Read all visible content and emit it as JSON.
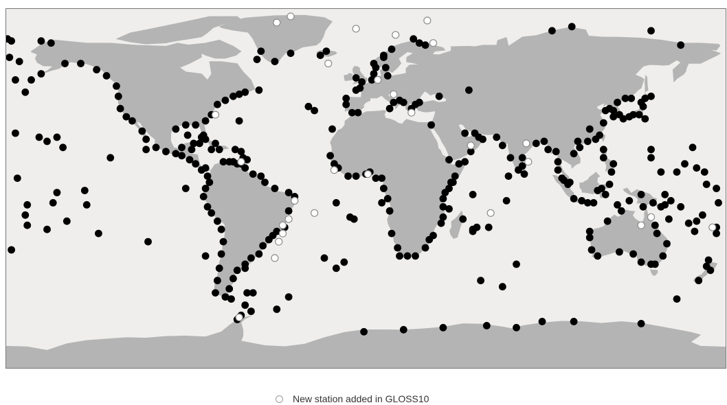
{
  "legend": {
    "new_station_label": "New station added in GLOSS10"
  },
  "colors": {
    "ocean": "#efeeec",
    "land": "#b4b4b4",
    "border": "#777777",
    "station_fill": "#000000",
    "new_station_fill": "#ffffff",
    "new_station_stroke": "#8c8c8c"
  },
  "stations": {
    "existing": [
      [
        -179,
        63
      ],
      [
        -174,
        61
      ],
      [
        -176,
        52
      ],
      [
        -168,
        52
      ],
      [
        -163,
        55
      ],
      [
        -158,
        70
      ],
      [
        -151,
        60
      ],
      [
        -143,
        60
      ],
      [
        -135,
        57
      ],
      [
        -130,
        54
      ],
      [
        -125,
        49
      ],
      [
        -124,
        44
      ],
      [
        -123,
        38
      ],
      [
        -120,
        34
      ],
      [
        -117,
        32
      ],
      [
        -112,
        27
      ],
      [
        -110,
        23
      ],
      [
        -105,
        19
      ],
      [
        -100,
        17
      ],
      [
        -95,
        16
      ],
      [
        -92,
        15
      ],
      [
        -88,
        13
      ],
      [
        -85,
        11
      ],
      [
        -82,
        8
      ],
      [
        -80,
        9
      ],
      [
        -79,
        5
      ],
      [
        -78,
        2
      ],
      [
        -80,
        -1
      ],
      [
        -81,
        -5
      ],
      [
        -79,
        -10
      ],
      [
        -77,
        -13
      ],
      [
        -74,
        -17
      ],
      [
        -72,
        -21
      ],
      [
        -71,
        -27
      ],
      [
        -72,
        -33
      ],
      [
        -73,
        -40
      ],
      [
        -74,
        -46
      ],
      [
        -75,
        -52
      ],
      [
        -70,
        -54
      ],
      [
        -67,
        -55
      ],
      [
        -68,
        -50
      ],
      [
        -66,
        -45
      ],
      [
        -64,
        -41
      ],
      [
        -60,
        -38
      ],
      [
        -57,
        -35
      ],
      [
        -53,
        -33
      ],
      [
        -51,
        -29
      ],
      [
        -48,
        -26
      ],
      [
        -46,
        -24
      ],
      [
        -44,
        -22
      ],
      [
        -40,
        -20
      ],
      [
        -38,
        -12
      ],
      [
        -35,
        -5
      ],
      [
        -38,
        -3
      ],
      [
        -45,
        -1
      ],
      [
        -50,
        2
      ],
      [
        -52,
        5
      ],
      [
        -56,
        6
      ],
      [
        -60,
        9
      ],
      [
        -62,
        11
      ],
      [
        -64,
        11
      ],
      [
        -66,
        12
      ],
      [
        -68,
        12
      ],
      [
        -71,
        12
      ],
      [
        -73,
        18
      ],
      [
        -75,
        21
      ],
      [
        -77,
        18
      ],
      [
        -80,
        23
      ],
      [
        -82,
        24
      ],
      [
        -83,
        21
      ],
      [
        -86,
        21
      ],
      [
        -87,
        18
      ],
      [
        -89,
        25
      ],
      [
        -92,
        19
      ],
      [
        -95,
        28
      ],
      [
        -90,
        30
      ],
      [
        -85,
        30
      ],
      [
        -81,
        25
      ],
      [
        -80,
        32
      ],
      [
        -77,
        35
      ],
      [
        -74,
        40
      ],
      [
        -70,
        42
      ],
      [
        -66,
        44
      ],
      [
        -63,
        45
      ],
      [
        -60,
        46
      ],
      [
        -53,
        47
      ],
      [
        -63,
        32
      ],
      [
        -65,
        18
      ],
      [
        -62,
        17
      ],
      [
        -61,
        14
      ],
      [
        -59,
        13
      ],
      [
        -54,
        62
      ],
      [
        -52,
        66
      ],
      [
        -45,
        61
      ],
      [
        -37,
        65
      ],
      [
        -22,
        64
      ],
      [
        -19,
        66
      ],
      [
        -25,
        37
      ],
      [
        -28,
        39
      ],
      [
        -16,
        28
      ],
      [
        -17,
        15
      ],
      [
        -15,
        11
      ],
      [
        -13,
        9
      ],
      [
        -8,
        5
      ],
      [
        -4,
        5
      ],
      [
        1,
        6
      ],
      [
        3,
        7
      ],
      [
        6,
        4
      ],
      [
        9,
        4
      ],
      [
        10,
        -1
      ],
      [
        9,
        -8
      ],
      [
        12,
        -6
      ],
      [
        13,
        -12
      ],
      [
        14,
        -23
      ],
      [
        17,
        -30
      ],
      [
        18,
        -34
      ],
      [
        22,
        -34
      ],
      [
        26,
        -34
      ],
      [
        31,
        -30
      ],
      [
        33,
        -26
      ],
      [
        35,
        -24
      ],
      [
        39,
        -18
      ],
      [
        40,
        -15
      ],
      [
        40,
        -10
      ],
      [
        40,
        -6
      ],
      [
        41,
        -3
      ],
      [
        43,
        -1
      ],
      [
        44,
        2
      ],
      [
        45,
        2
      ],
      [
        46,
        5
      ],
      [
        48,
        11
      ],
      [
        51,
        12
      ],
      [
        43,
        13
      ],
      [
        50,
        -16
      ],
      [
        55,
        -4
      ],
      [
        57,
        -20
      ],
      [
        55,
        -22
      ],
      [
        63,
        -20
      ],
      [
        72,
        -7
      ],
      [
        73,
        5
      ],
      [
        74,
        14
      ],
      [
        70,
        20
      ],
      [
        67,
        24
      ],
      [
        60,
        23
      ],
      [
        58,
        24
      ],
      [
        56,
        26
      ],
      [
        51,
        26
      ],
      [
        54,
        17
      ],
      [
        80,
        14
      ],
      [
        80,
        10
      ],
      [
        78,
        8
      ],
      [
        81,
        6
      ],
      [
        87,
        21
      ],
      [
        91,
        22
      ],
      [
        93,
        18
      ],
      [
        97,
        17
      ],
      [
        98,
        12
      ],
      [
        98,
        8
      ],
      [
        100,
        4
      ],
      [
        101,
        3
      ],
      [
        103,
        1
      ],
      [
        104,
        2
      ],
      [
        106,
        -6
      ],
      [
        110,
        -7
      ],
      [
        113,
        -8
      ],
      [
        116,
        -8
      ],
      [
        118,
        -2
      ],
      [
        120,
        -1
      ],
      [
        122,
        -4
      ],
      [
        124,
        1
      ],
      [
        125,
        7
      ],
      [
        126,
        11
      ],
      [
        121,
        14
      ],
      [
        121,
        18
      ],
      [
        117,
        23
      ],
      [
        113,
        22
      ],
      [
        109,
        19
      ],
      [
        106,
        16
      ],
      [
        108,
        22
      ],
      [
        114,
        28
      ],
      [
        119,
        25
      ],
      [
        121,
        31
      ],
      [
        122,
        37
      ],
      [
        126,
        37
      ],
      [
        129,
        35
      ],
      [
        131,
        33
      ],
      [
        134,
        34
      ],
      [
        136,
        35
      ],
      [
        139,
        35
      ],
      [
        141,
        39
      ],
      [
        142,
        43
      ],
      [
        145,
        44
      ],
      [
        140,
        41
      ],
      [
        142,
        33
      ],
      [
        135,
        43
      ],
      [
        132,
        43
      ],
      [
        128,
        41
      ],
      [
        126,
        34
      ],
      [
        124,
        38
      ],
      [
        141,
        -10
      ],
      [
        146,
        -8
      ],
      [
        150,
        -10
      ],
      [
        152,
        -9
      ],
      [
        154,
        -16
      ],
      [
        147,
        -19
      ],
      [
        148,
        -23
      ],
      [
        153,
        -28
      ],
      [
        151,
        -34
      ],
      [
        147,
        -38
      ],
      [
        145,
        -38
      ],
      [
        140,
        -37
      ],
      [
        136,
        -33
      ],
      [
        129,
        -32
      ],
      [
        118,
        -34
      ],
      [
        115,
        -31
      ],
      [
        114,
        -22
      ],
      [
        114,
        -25
      ],
      [
        123,
        -17
      ],
      [
        130,
        -12
      ],
      [
        128,
        -9
      ],
      [
        134,
        -7
      ],
      [
        140,
        -4
      ],
      [
        152,
        -4
      ],
      [
        155,
        -7
      ],
      [
        160,
        -10
      ],
      [
        164,
        -18
      ],
      [
        167,
        -22
      ],
      [
        168,
        -17
      ],
      [
        174,
        -36
      ],
      [
        175,
        -41
      ],
      [
        169,
        -46
      ],
      [
        178,
        -20
      ],
      [
        179,
        -8
      ],
      [
        173,
        1
      ],
      [
        172,
        7
      ],
      [
        168,
        9
      ],
      [
        162,
        11
      ],
      [
        158,
        7
      ],
      [
        150,
        7
      ],
      [
        145,
        14
      ],
      [
        145,
        18
      ],
      [
        166,
        19
      ],
      [
        178,
        -1
      ],
      [
        171,
        -14
      ],
      [
        -171,
        -14
      ],
      [
        -170,
        -19
      ],
      [
        -160,
        -21
      ],
      [
        -157,
        -8
      ],
      [
        -150,
        -17
      ],
      [
        -140,
        -9
      ],
      [
        -134,
        -23
      ],
      [
        -109,
        -27
      ],
      [
        -80,
        -34
      ],
      [
        -20,
        -35
      ],
      [
        -14,
        -8
      ],
      [
        -5,
        -16
      ],
      [
        -10,
        -37
      ],
      [
        -38,
        -54
      ],
      [
        -56,
        -52
      ],
      [
        -59,
        -52
      ],
      [
        -64,
        -65
      ],
      [
        59,
        -46
      ],
      [
        70,
        -49
      ],
      [
        77,
        -38
      ],
      [
        90,
        -66
      ],
      [
        77,
        -69
      ],
      [
        40,
        -69
      ],
      [
        20,
        -70
      ],
      [
        0,
        -71
      ],
      [
        106,
        -66
      ],
      [
        140,
        -67
      ],
      [
        158,
        -55
      ],
      [
        -57,
        -61
      ],
      [
        -62,
        -63
      ],
      [
        62,
        -68
      ],
      [
        105,
        78
      ],
      [
        145,
        76
      ],
      [
        95,
        76
      ],
      [
        160,
        69
      ],
      [
        -163,
        71
      ],
      [
        -180,
        72
      ],
      [
        -178,
        71
      ],
      [
        -171,
        46
      ],
      [
        -160,
        22
      ],
      [
        -152,
        19
      ],
      [
        -164,
        24
      ],
      [
        -176,
        26
      ],
      [
        -155,
        -3
      ],
      [
        -175,
        4
      ],
      [
        -170,
        -9
      ],
      [
        -155,
        24
      ],
      [
        -141,
        -2
      ],
      [
        -128,
        14
      ],
      [
        -90,
        -1
      ],
      [
        -110,
        18
      ],
      [
        -178,
        -31
      ],
      [
        178,
        -23
      ],
      [
        173,
        -39
      ],
      [
        25,
        72
      ],
      [
        31,
        69
      ],
      [
        28,
        70
      ],
      [
        10,
        64
      ],
      [
        12,
        54
      ],
      [
        11,
        58
      ],
      [
        14,
        67
      ],
      [
        10,
        63
      ],
      [
        5,
        60
      ],
      [
        6,
        58
      ],
      [
        5,
        55
      ],
      [
        4,
        52
      ],
      [
        -4,
        53
      ],
      [
        -1,
        51
      ],
      [
        -2,
        48
      ],
      [
        -4,
        47
      ],
      [
        -9,
        43
      ],
      [
        -9,
        40
      ],
      [
        -6,
        36
      ],
      [
        -3,
        36
      ],
      [
        13,
        38
      ],
      [
        15,
        41
      ],
      [
        18,
        42
      ],
      [
        20,
        41
      ],
      [
        24,
        38
      ],
      [
        26,
        40
      ],
      [
        28,
        41
      ],
      [
        38,
        44
      ],
      [
        53,
        47
      ],
      [
        34,
        30
      ],
      [
        43,
        -11
      ],
      [
        55,
        -21
      ],
      [
        -7,
        -15
      ],
      [
        -14,
        -40
      ],
      [
        -60,
        -40
      ],
      [
        -44,
        -60
      ],
      [
        -60,
        -58
      ]
    ],
    "new": [
      [
        -44,
        80
      ],
      [
        -37,
        83
      ],
      [
        -18,
        60
      ],
      [
        -4,
        77
      ],
      [
        32,
        81
      ],
      [
        35,
        70
      ],
      [
        16,
        74
      ],
      [
        15,
        45
      ],
      [
        24,
        36
      ],
      [
        54,
        20
      ],
      [
        83,
        12
      ],
      [
        82,
        21
      ],
      [
        64,
        -13
      ],
      [
        145,
        -15
      ],
      [
        176,
        -20
      ],
      [
        140,
        -19
      ],
      [
        -45,
        -35
      ],
      [
        -41,
        -23
      ],
      [
        -35,
        -7
      ],
      [
        -38,
        -16
      ],
      [
        -43,
        -27
      ],
      [
        -41,
        -19
      ],
      [
        -25,
        -13
      ],
      [
        2,
        6
      ],
      [
        -63,
        -64
      ],
      [
        -62,
        12
      ],
      [
        -75,
        35
      ],
      [
        7,
        52
      ],
      [
        -15,
        8
      ]
    ]
  }
}
